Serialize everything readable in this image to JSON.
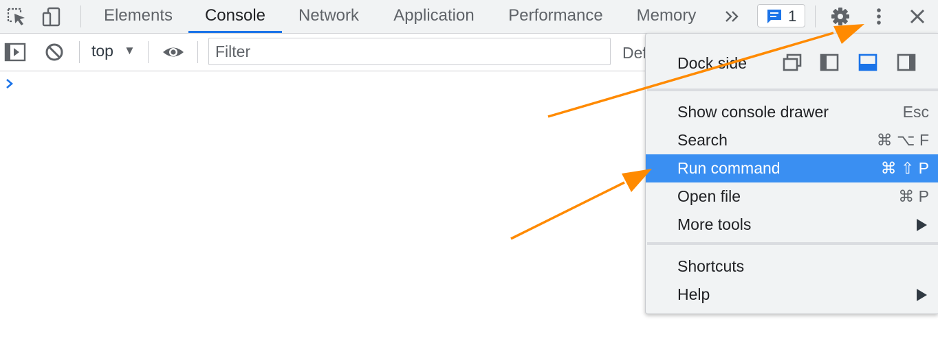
{
  "tabs": [
    {
      "label": "Elements"
    },
    {
      "label": "Console",
      "active": true
    },
    {
      "label": "Network"
    },
    {
      "label": "Application"
    },
    {
      "label": "Performance"
    },
    {
      "label": "Memory"
    }
  ],
  "issues_badge": {
    "count": "1"
  },
  "console_toolbar": {
    "context": "top",
    "filter_placeholder": "Filter",
    "levels_label": "Def"
  },
  "menu": {
    "dock_side_label": "Dock side",
    "dock_selected": "bottom",
    "items": [
      {
        "label": "Show console drawer",
        "shortcut": "Esc"
      },
      {
        "label": "Search",
        "shortcut": "⌘ ⌥ F"
      },
      {
        "label": "Run command",
        "shortcut": "⌘ ⇧ P",
        "highlighted": true
      },
      {
        "label": "Open file",
        "shortcut": "⌘ P"
      },
      {
        "label": "More tools",
        "shortcut": ""
      },
      {
        "label": "Shortcuts",
        "shortcut": ""
      },
      {
        "label": "Help",
        "shortcut": ""
      }
    ]
  },
  "colors": {
    "accent": "#1a73e8",
    "menu_highlight": "#3a8ff2",
    "annotation_arrow": "#ff8a00"
  }
}
